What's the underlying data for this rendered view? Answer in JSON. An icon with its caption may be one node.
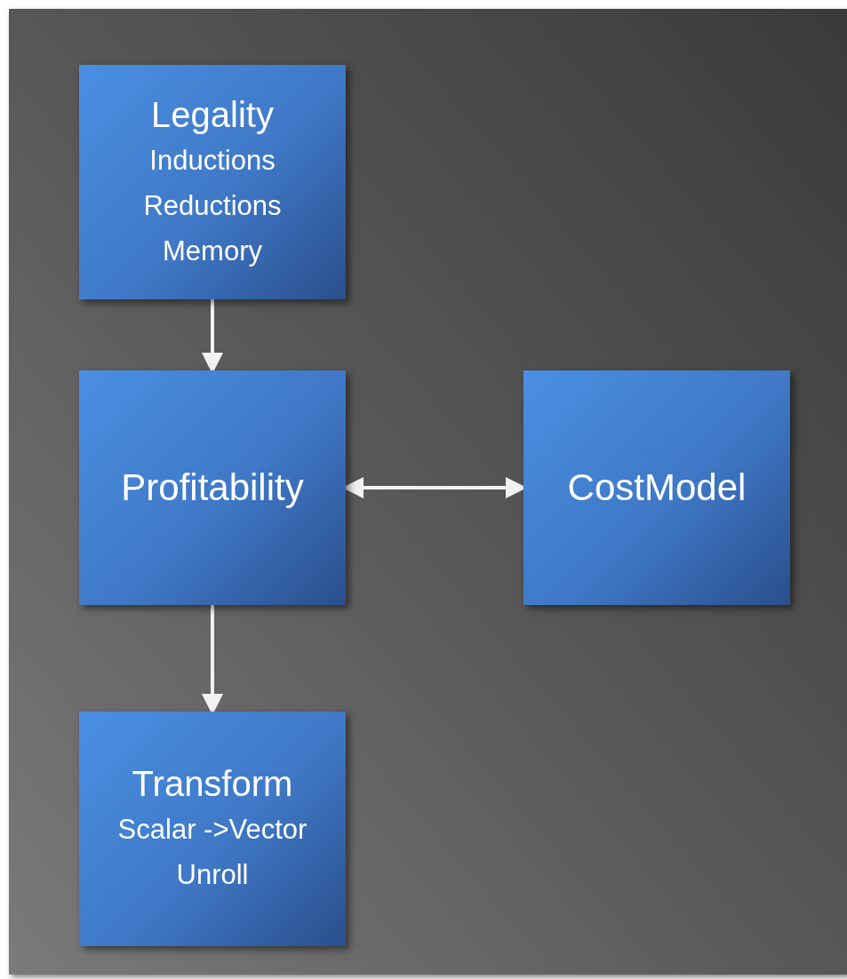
{
  "diagram": {
    "nodes": [
      {
        "text": [
          "Legality",
          "Inductions",
          "Reductions",
          "Memory"
        ]
      },
      {
        "text": [
          "Profitability"
        ]
      },
      {
        "text": [
          "CostModel"
        ]
      },
      {
        "text": [
          "Transform",
          "Scalar ->Vector",
          "Unroll"
        ]
      }
    ],
    "edges": [
      {
        "from": 0,
        "to": 1,
        "arrow": "to"
      },
      {
        "from": 1,
        "to": 2,
        "arrow": "both"
      },
      {
        "from": 1,
        "to": 3,
        "arrow": "to"
      }
    ]
  }
}
